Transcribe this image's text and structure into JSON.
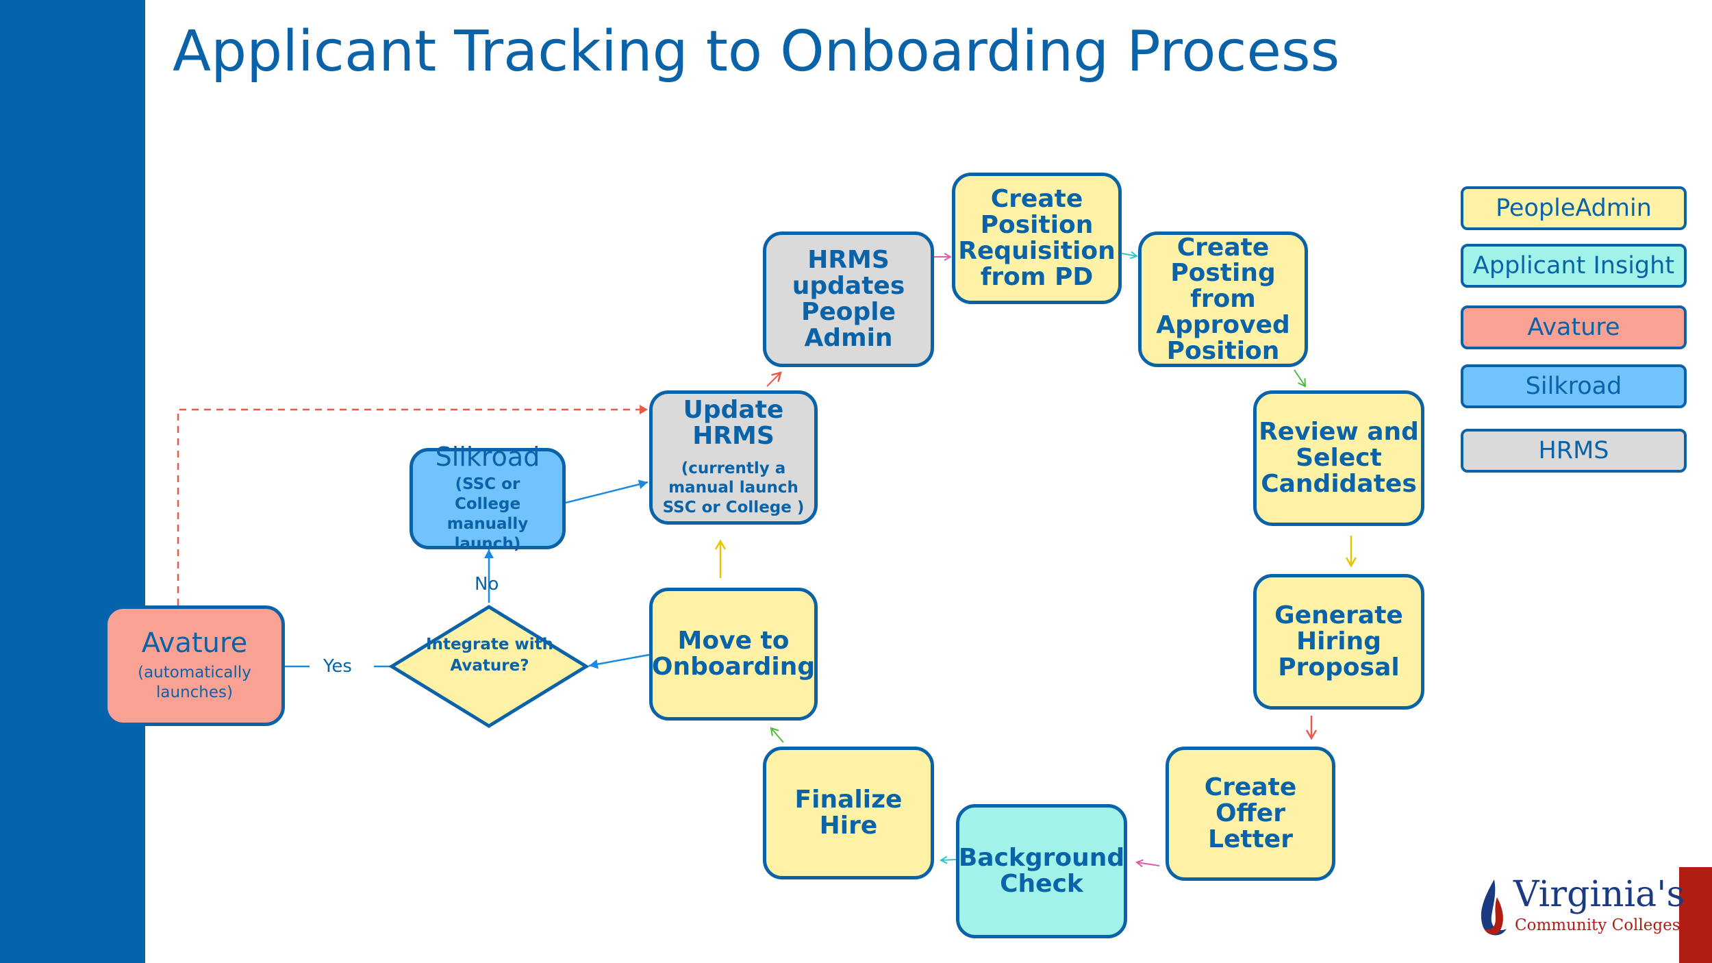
{
  "title": "Applicant Tracking to Onboarding Process",
  "colors": {
    "sidebar": "#0364ab",
    "people_admin": "#fdf2a6",
    "applicant_insight": "#a1f3e9",
    "avature": "#f9a293",
    "silkroad": "#72c2fb",
    "hrms": "#dadada",
    "text": "#0a63a8"
  },
  "nodes": {
    "create_position_requisition": "Create Position Requisition from PD",
    "create_posting": "Create Posting from Approved Position",
    "review_select": "Review and Select Candidates",
    "generate_hiring": "Generate Hiring Proposal",
    "create_offer": "Create Offer Letter",
    "background_check": "Background Check",
    "finalize_hire": "Finalize Hire",
    "move_onboarding": "Move to Onboarding",
    "update_hrms": {
      "title": "Update HRMS",
      "note": "(currently a manual launch SSC or College )"
    },
    "hrms_updates": "HRMS updates People Admin",
    "silkroad": {
      "title": "Silkroad",
      "note": "(SSC or College manually launch)"
    },
    "avature": {
      "title": "Avature",
      "note": "(automatically launches)"
    },
    "decision": "Integrate with Avature?"
  },
  "edge_labels": {
    "yes": "Yes",
    "no": "No"
  },
  "legend": [
    {
      "label": "PeopleAdmin",
      "color": "#fdf2a6"
    },
    {
      "label": "Applicant Insight",
      "color": "#a1f3e9"
    },
    {
      "label": "Avature",
      "color": "#f9a293"
    },
    {
      "label": "Silkroad",
      "color": "#72c2fb"
    },
    {
      "label": "HRMS",
      "color": "#dadada"
    }
  ],
  "logo": {
    "name": "Virginia's",
    "sub": "Community Colleges"
  }
}
